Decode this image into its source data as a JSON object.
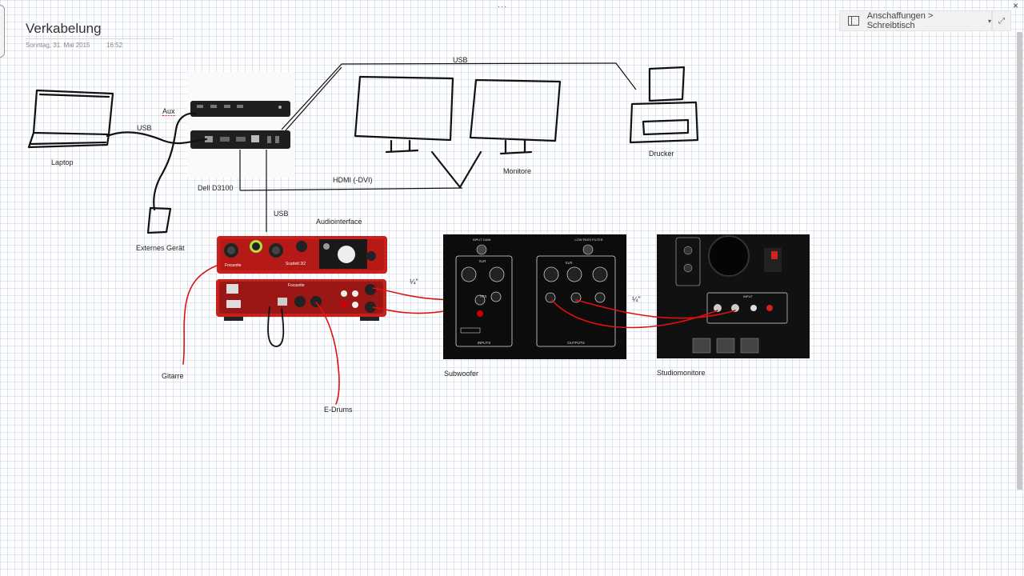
{
  "page": {
    "title": "Verkabelung",
    "date": "Sonntag, 31. Mai 2015",
    "time": "16:52"
  },
  "topbar": {
    "dots": "...",
    "close": "×",
    "breadcrumb": "Anschaffungen > Schreibtisch",
    "dropdown_icon": "▾",
    "expand_icon": "⤢"
  },
  "diagram": {
    "labels": {
      "laptop": "Laptop",
      "usb_laptop": "USB",
      "aux": "Aux",
      "dell": "Dell D3100",
      "externes_geraet": "Externes Gerät",
      "usb_top": "USB",
      "hdmi": "HDMI (-DVI)",
      "monitore": "Monitore",
      "drucker": "Drucker",
      "usb_audio": "USB",
      "audiointerface": "Audiointerface",
      "gitarre": "Gitarre",
      "edrums": "E-Drums",
      "quarter_inch_1": "¼\"",
      "quarter_inch_2": "¼\"",
      "subwoofer": "Subwoofer",
      "studiomonitore": "Studiomonitore"
    },
    "images": {
      "interface_brand": "Focusrite",
      "interface_model": "Scarlett 2i2",
      "sub_inputs": "INPUTS",
      "sub_outputs": "OUTPUTS",
      "sub_xlr": "XLR",
      "sub_trs": "TRS",
      "sub_input_gain": "INPUT GAIN",
      "sub_lowpass": "LOW PASS FILTER",
      "monitor_input": "INPUT"
    }
  },
  "colors": {
    "cable_red": "#e01010",
    "interface_red": "#c8201c",
    "ink": "#111111",
    "grid": "#aabcd6"
  }
}
